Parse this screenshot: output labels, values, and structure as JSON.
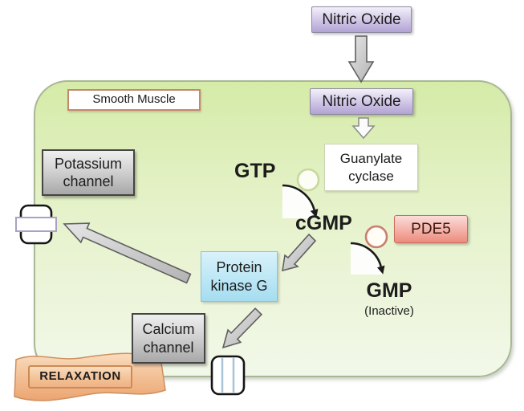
{
  "extracellular": {
    "nitric_oxide": "Nitric Oxide"
  },
  "cell": {
    "label": "Smooth Muscle",
    "nitric_oxide": "Nitric Oxide",
    "guanylate_cyclase": "Guanylate cyclase",
    "gtp": "GTP",
    "cgmp": "cGMP",
    "pde5": "PDE5",
    "gmp": "GMP",
    "gmp_state": "(Inactive)",
    "protein_kinase_g": "Protein kinase G",
    "potassium_channel": "Potassium channel",
    "calcium_channel": "Calcium channel"
  },
  "outcome": {
    "relaxation": "RELAXATION"
  },
  "icons": {
    "entry_arrow": "block-arrow-down",
    "membrane_arrow": "hollow-arrow-down",
    "reaction_arrows": "curved-black-arc-with-arrowhead",
    "activation_arrows": "gray-block-arrow",
    "gtp_site": "open-circle-green",
    "pde5_site": "open-circle-red",
    "potassium_channel_icon": "membrane-channel-horizontal-gate",
    "calcium_channel_icon": "membrane-channel-vertical-pores"
  },
  "colors": {
    "nitric_oxide_box": "#b2a3d3",
    "cell_fill": "#d5eba8",
    "cell_border": "#a9b795",
    "smooth_muscle_border": "#c5886b",
    "guanylate_cyclase_box": "#ffffff",
    "pde5_box": "#ec8b7e",
    "pde5_border": "#c96b5b",
    "protein_kinase_g_box": "#b9e6f5",
    "channel_box_fill": "#c4c4c4",
    "channel_box_border": "#454545",
    "relaxation_banner": "#efa874",
    "gray_arrow": "#cdcdcd",
    "reaction_arc": "#1a1a1a",
    "gtp_site_circle": "#c8d89e",
    "pde5_site_circle": "#c97f6e"
  }
}
